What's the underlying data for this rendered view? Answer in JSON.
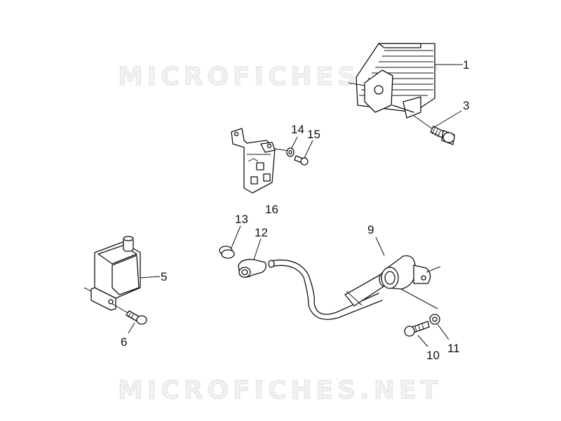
{
  "watermarks": [
    {
      "text": "MICROFICHES.NET"
    },
    {
      "text": "MICROFICHES.NET"
    }
  ],
  "callouts": [
    {
      "id": "1",
      "label": "1"
    },
    {
      "id": "3",
      "label": "3"
    },
    {
      "id": "5",
      "label": "5"
    },
    {
      "id": "6",
      "label": "6"
    },
    {
      "id": "9",
      "label": "9"
    },
    {
      "id": "10",
      "label": "10"
    },
    {
      "id": "11",
      "label": "11"
    },
    {
      "id": "12",
      "label": "12"
    },
    {
      "id": "13",
      "label": "13"
    },
    {
      "id": "14",
      "label": "14"
    },
    {
      "id": "15",
      "label": "15"
    },
    {
      "id": "16",
      "label": "16"
    }
  ]
}
